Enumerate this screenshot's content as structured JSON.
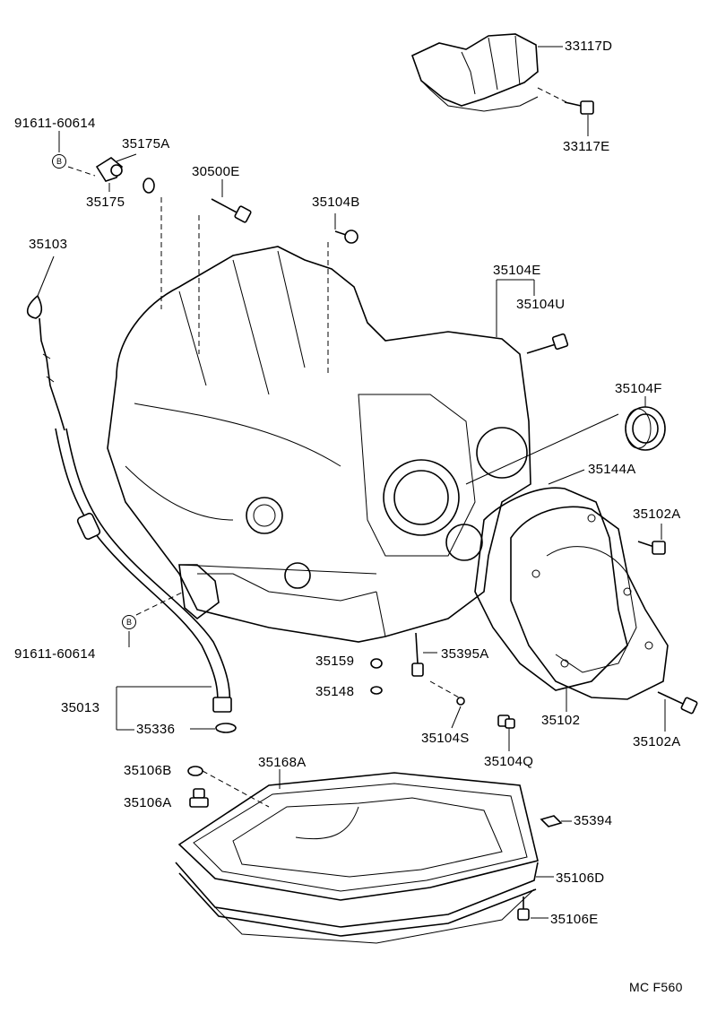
{
  "labels": {
    "p33117D": "33117D",
    "p33117E": "33117E",
    "p91611_top": "91611-60614",
    "p35175A": "35175A",
    "p35175": "35175",
    "p30500E": "30500E",
    "p35104B": "35104B",
    "p35103": "35103",
    "p35104E": "35104E",
    "p35104U": "35104U",
    "p35104F": "35104F",
    "p35144A": "35144A",
    "p35102A_top": "35102A",
    "p91611_bot": "91611-60614",
    "p35395A": "35395A",
    "p35159": "35159",
    "p35148": "35148",
    "p35013": "35013",
    "p35336": "35336",
    "p35104S": "35104S",
    "p35102": "35102",
    "p35102A_bot": "35102A",
    "p35104Q": "35104Q",
    "p35106B": "35106B",
    "p35168A": "35168A",
    "p35106A": "35106A",
    "p35394": "35394",
    "p35106D": "35106D",
    "p35106E": "35106E",
    "footer": "MC F560"
  },
  "marks": {
    "b_top": "B",
    "b_bot": "B"
  }
}
